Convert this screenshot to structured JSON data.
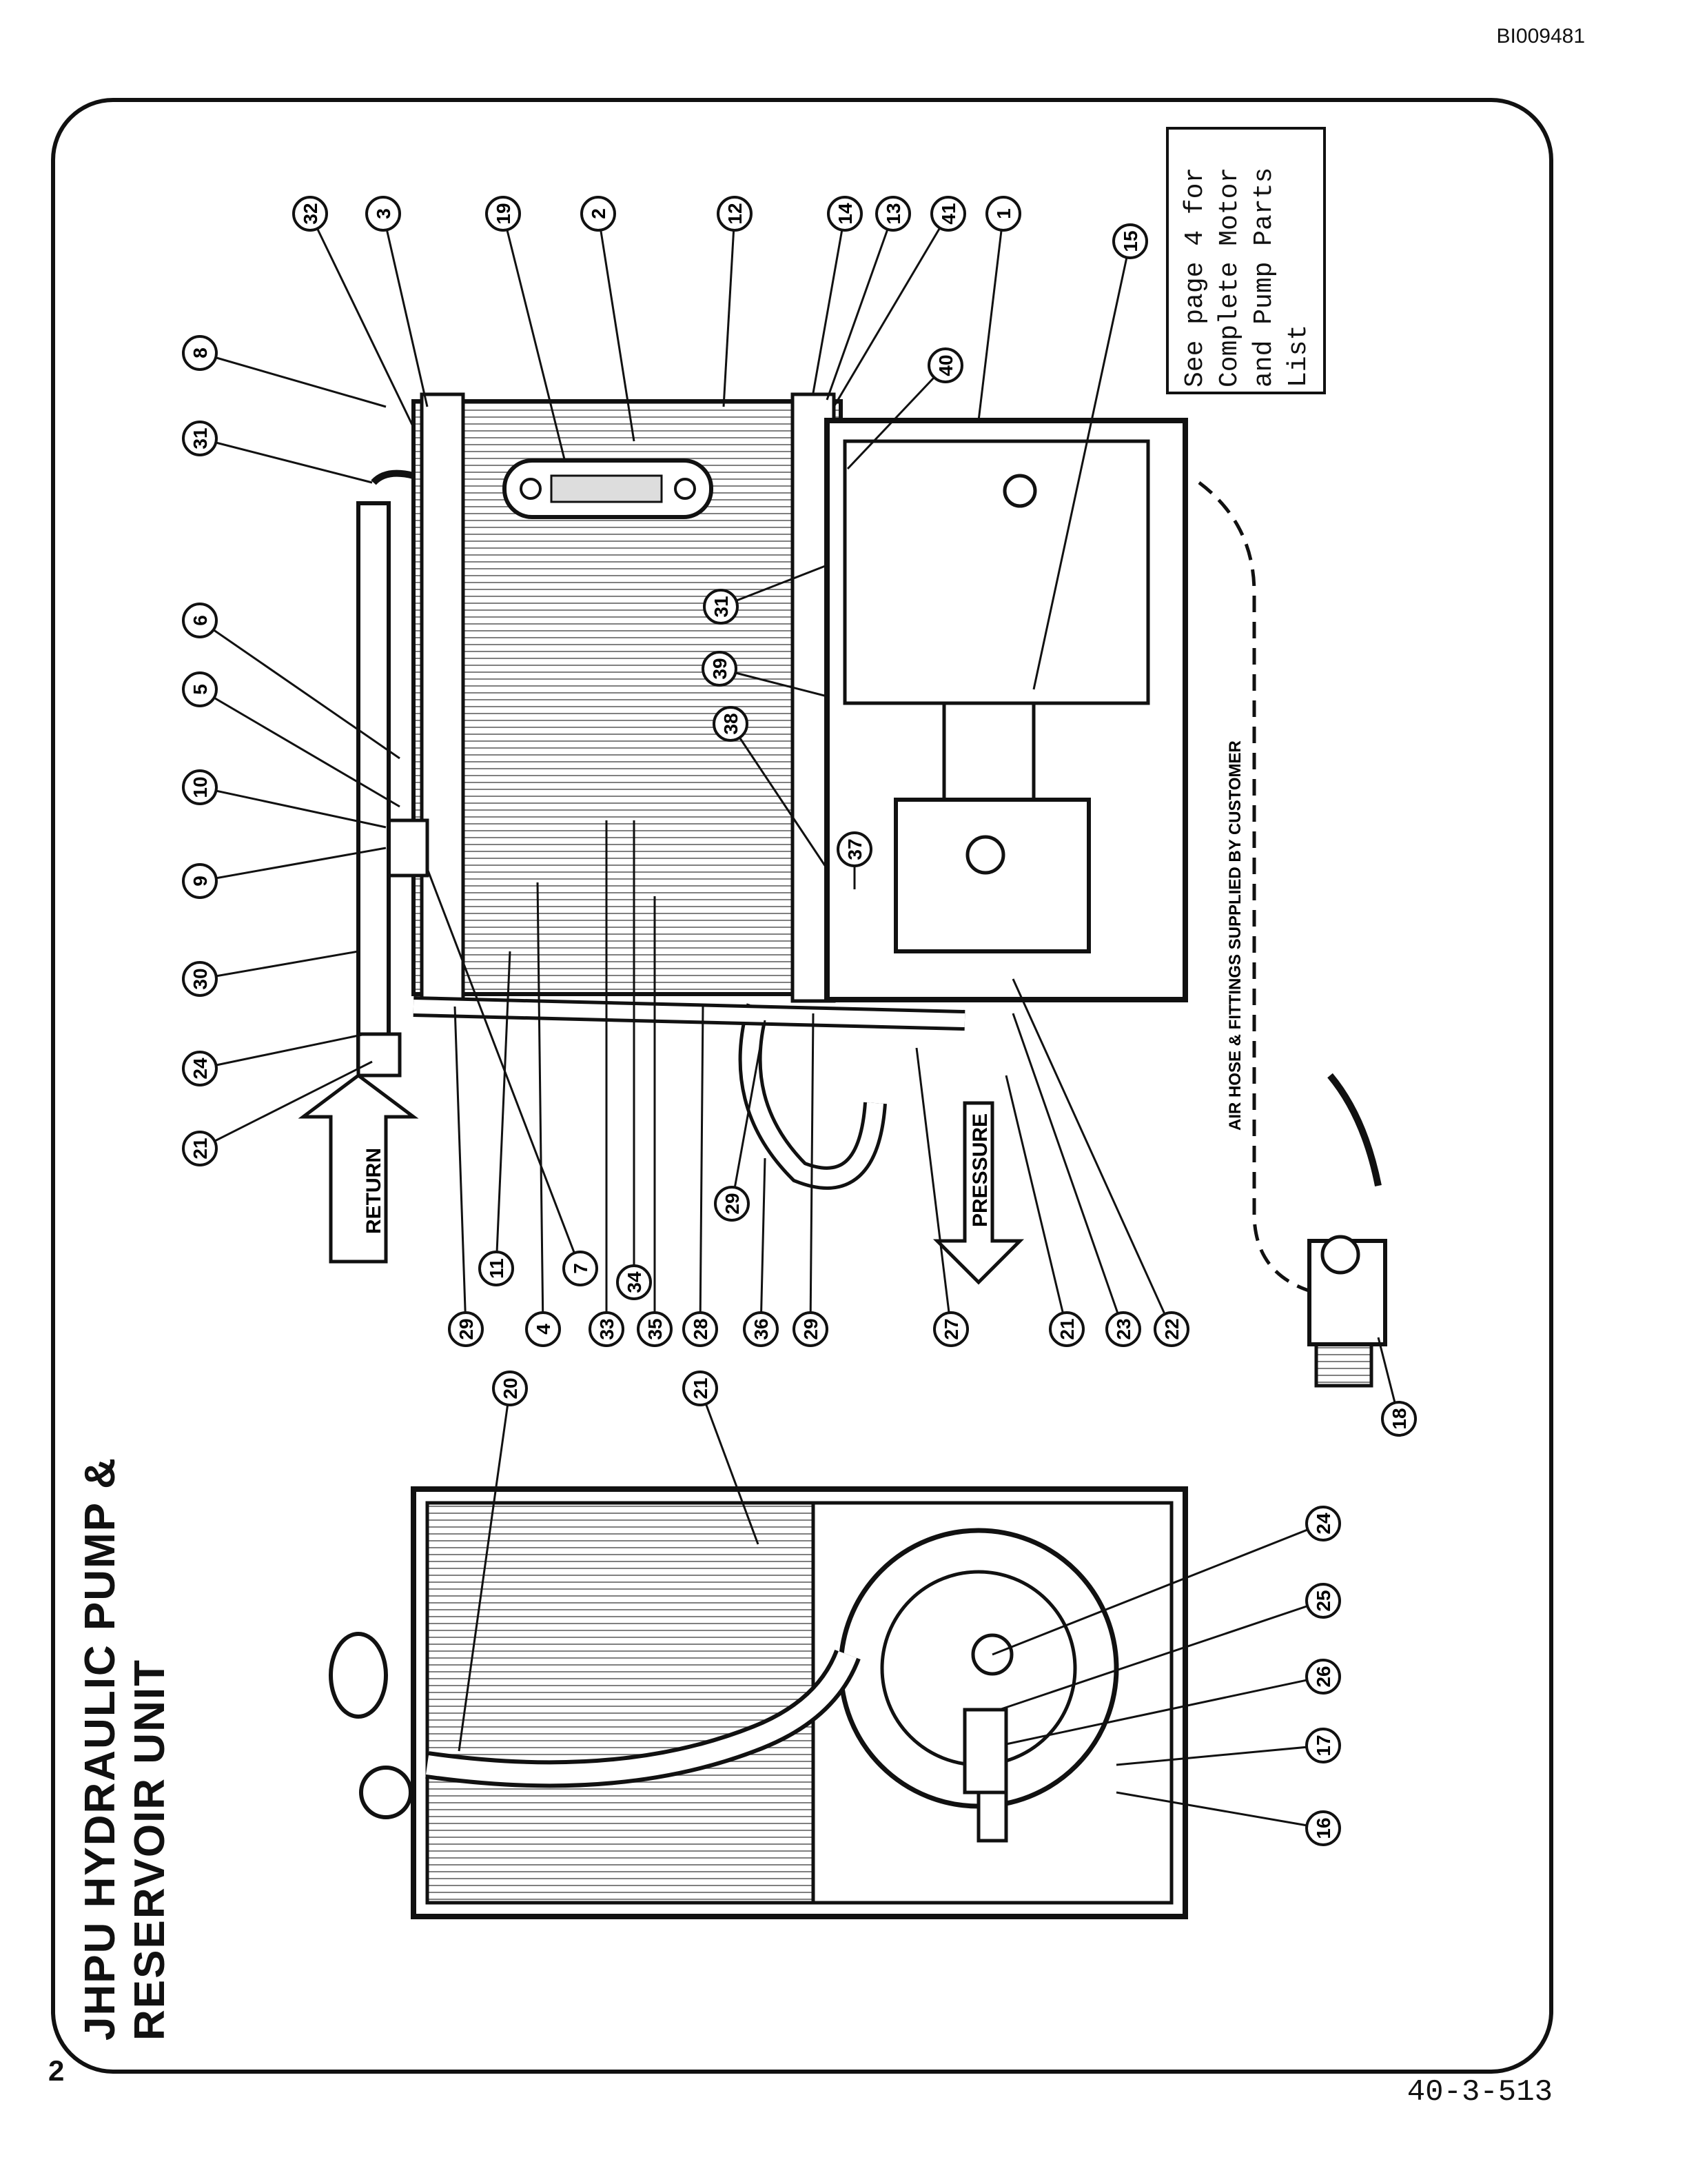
{
  "header": {
    "doc_id": "BI009481"
  },
  "footer": {
    "page_number": "2",
    "document_number": "40-3-513"
  },
  "title": {
    "line1": "JHPU HYDRAULIC PUMP &",
    "line2": "RESERVOIR UNIT"
  },
  "note": {
    "lines": [
      "See page 4 for",
      "Complete Motor",
      "and Pump Parts",
      "List"
    ]
  },
  "labels": {
    "return": "RETURN",
    "pressure": "PRESSURE",
    "air_hose": "AIR HOSE & FITTINGS SUPPLIED BY CUSTOMER"
  },
  "callouts_main_top": [
    "8",
    "31",
    "6",
    "5",
    "10",
    "9",
    "30",
    "24",
    "21"
  ],
  "callouts_main_right": [
    "32",
    "3",
    "19",
    "2",
    "12",
    "14",
    "13",
    "41",
    "1"
  ],
  "callouts_main_bottom": [
    "29",
    "4",
    "33",
    "35",
    "28",
    "36",
    "29",
    "27",
    "21",
    "23",
    "22"
  ],
  "callouts_main_inner": [
    "11",
    "7",
    "34",
    "15",
    "40",
    "31",
    "39",
    "38",
    "37",
    "29",
    "18"
  ],
  "callouts_side": [
    "20",
    "21",
    "24",
    "25",
    "26",
    "17",
    "16"
  ]
}
